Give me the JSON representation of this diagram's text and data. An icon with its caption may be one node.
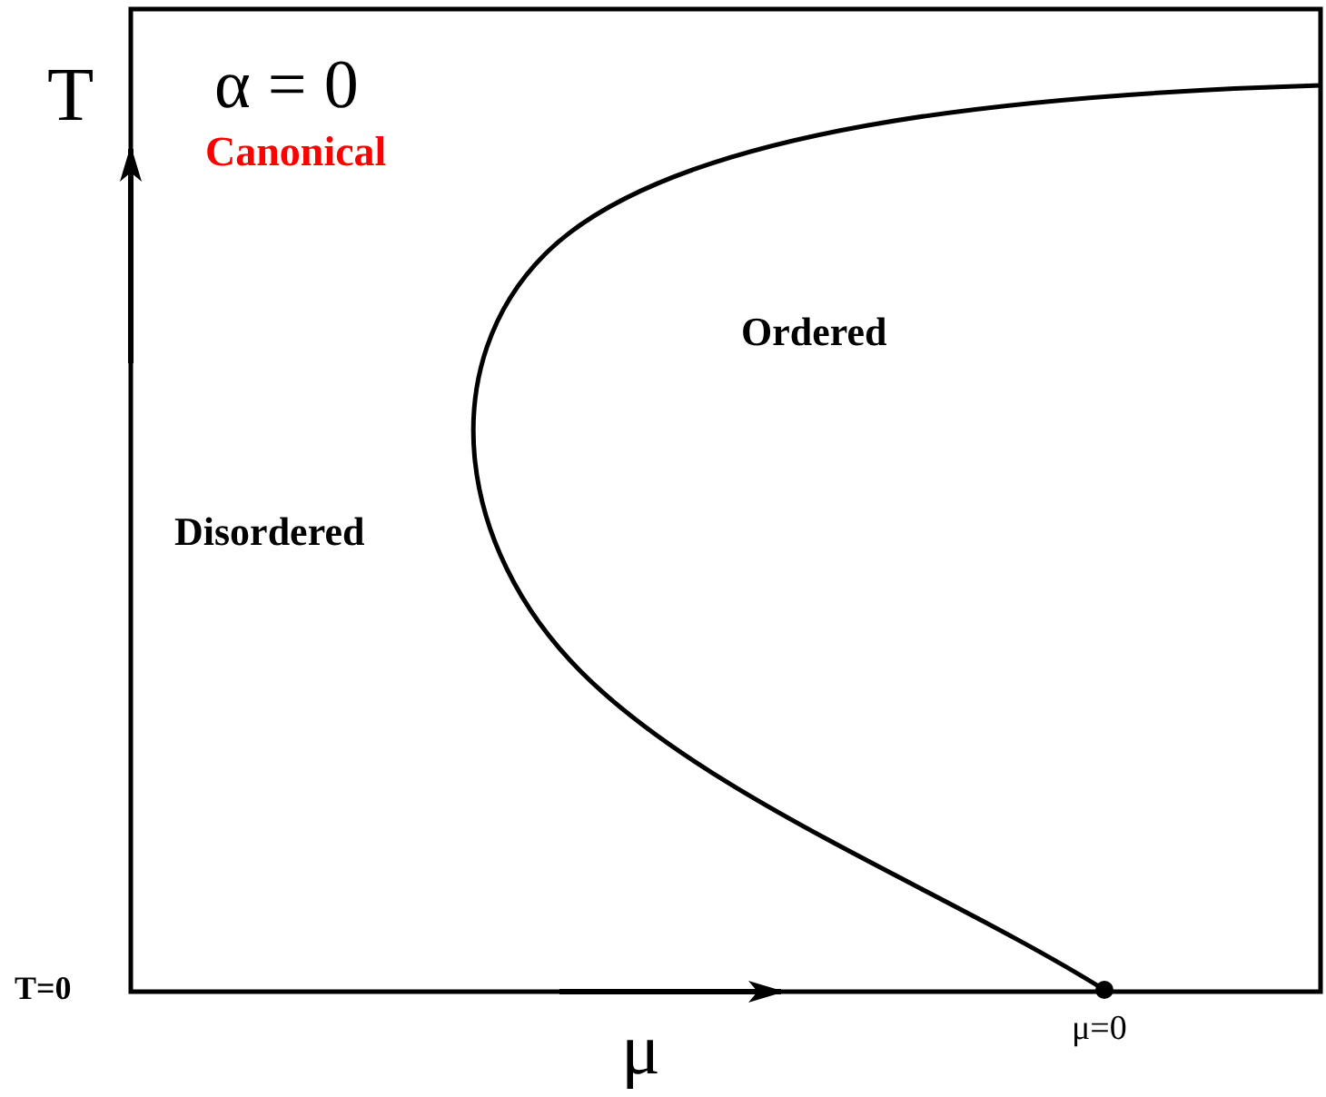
{
  "diagram": {
    "title": "α = 0",
    "labels": [
      "Canonical",
      "T",
      "Ordered",
      "Disordered",
      "T=0",
      "μ",
      "μ=0"
    ]
  }
}
